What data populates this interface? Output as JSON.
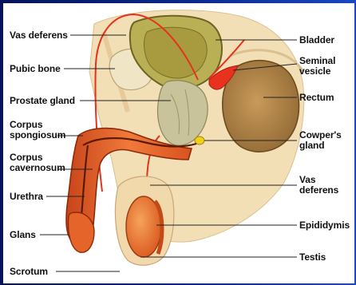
{
  "labels": {
    "vas_deferens_left": "Vas deferens",
    "pubic_bone": "Pubic bone",
    "prostate_gland": "Prostate gland",
    "corpus_spongiosum": "Corpus\nspongiosum",
    "corpus_cavernosum": "Corpus\ncavernosum",
    "urethra": "Urethra",
    "glans": "Glans",
    "scrotum": "Scrotum",
    "bladder": "Bladder",
    "seminal_vesicle": "Seminal\nvesicle",
    "rectum": "Rectum",
    "cowpers_gland": "Cowper's\ngland",
    "vas_deferens_right": "Vas\ndeferens",
    "epididymis": "Epididymis",
    "testis": "Testis"
  },
  "colors": {
    "background_frame": "#0b2a8e",
    "tissue": "#f2d7a8",
    "penis": "#e45b23",
    "bladder": "#b8ae53",
    "rectum": "#b0864a",
    "vessel": "#e4321e",
    "testis": "#e8712d"
  }
}
